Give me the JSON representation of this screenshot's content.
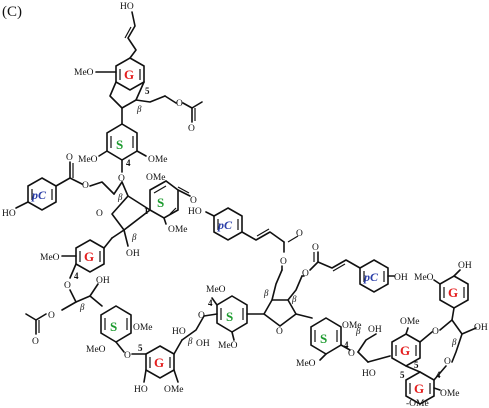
{
  "figure": {
    "panel_label": "(C)"
  },
  "unit_labels": {
    "G": "G",
    "S": "S",
    "pC": "pC"
  },
  "atom_labels": {
    "HO": "HO",
    "OH": "OH",
    "MeO": "MeO",
    "OMe": "OMe",
    "O": "O",
    "OMe_dash": "-OMe"
  },
  "position_labels": {
    "beta": "β",
    "one": "1",
    "four": "4",
    "five": "5"
  },
  "colors": {
    "guaiacyl": "#e41f1f",
    "syringyl": "#1c9a2e",
    "p_coumarate": "#2a3ea8",
    "bonds": "#111111"
  }
}
